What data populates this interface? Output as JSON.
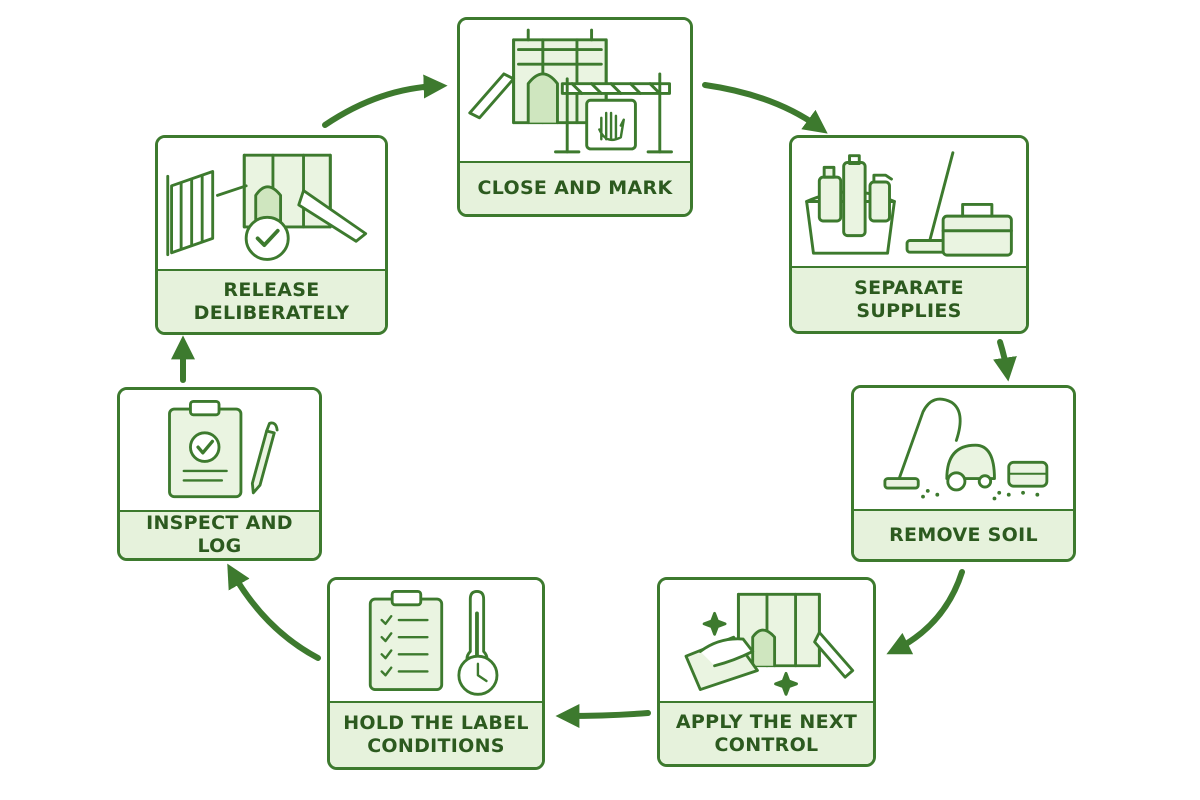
{
  "colors": {
    "accent": "#3d7a2e",
    "caption_bg": "#e6f2dc",
    "caption_text": "#2c5a1f"
  },
  "steps": [
    {
      "id": "close",
      "label": "CLOSE AND MARK",
      "icons": [
        "playground-icon",
        "barrier-icon",
        "stop-hand-icon"
      ]
    },
    {
      "id": "separate",
      "label": "SEPARATE SUPPLIES",
      "icons": [
        "cleaning-bucket-icon",
        "spray-bottle-icon",
        "mop-icon",
        "toolbox-icon"
      ]
    },
    {
      "id": "remove",
      "label": "REMOVE SOIL",
      "icons": [
        "vacuum-cleaner-icon",
        "sponge-icon"
      ]
    },
    {
      "id": "apply",
      "label": "APPLY THE NEXT CONTROL",
      "icons": [
        "wiping-hand-icon",
        "playground-icon",
        "sparkle-icon"
      ]
    },
    {
      "id": "hold",
      "label": "HOLD THE LABEL CONDITIONS",
      "icons": [
        "checklist-clipboard-icon",
        "thermometer-icon",
        "clock-icon"
      ]
    },
    {
      "id": "inspect",
      "label": "INSPECT AND LOG",
      "icons": [
        "clipboard-check-icon",
        "pen-icon"
      ]
    },
    {
      "id": "release",
      "label": "RELEASE DELIBERATELY",
      "icons": [
        "open-gate-icon",
        "playground-icon",
        "check-badge-icon"
      ]
    }
  ]
}
